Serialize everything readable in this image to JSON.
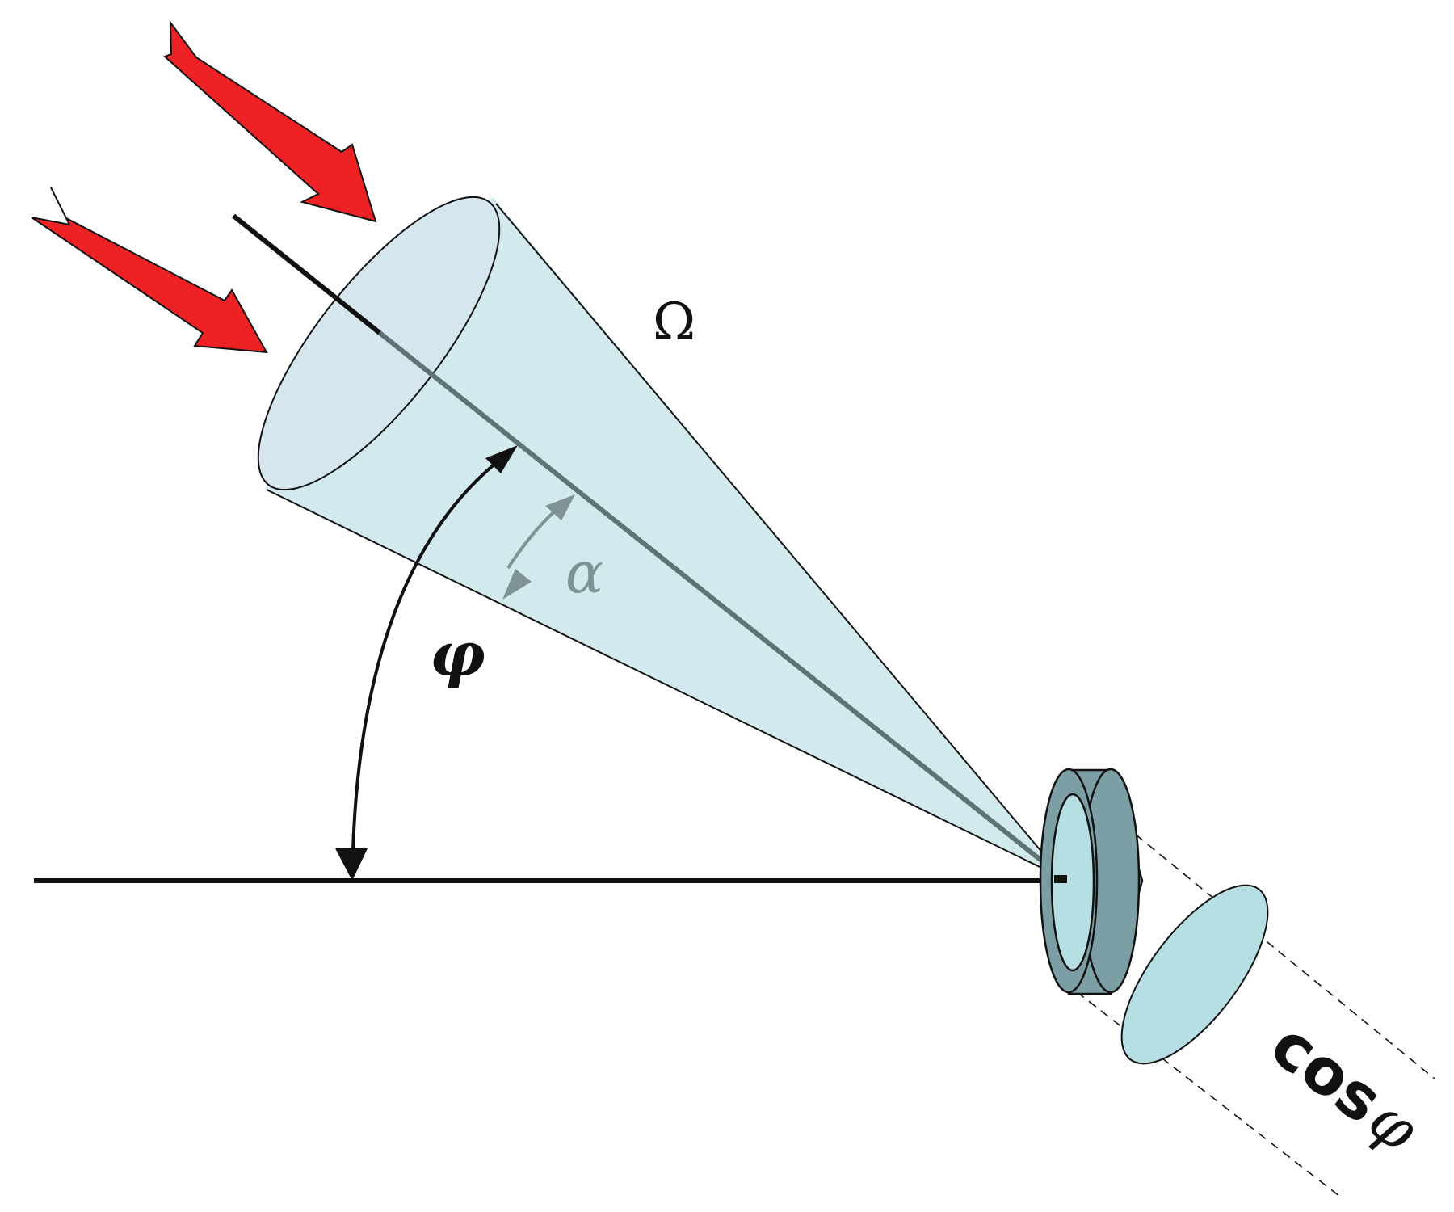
{
  "labels": {
    "solid_angle": "Ω",
    "alpha": "α",
    "phi": "φ",
    "cos_word": "cos",
    "cos_phi": "φ"
  },
  "colors": {
    "arrow_red": "#ee2224",
    "cone_fill": "#d2eaed",
    "mouth_fill": "#d5e6ee",
    "axis_gray": "#5f7374",
    "alpha_gray": "#7f9394",
    "detector_body": "#7c9fa6",
    "detector_face": "#b6dfe3",
    "stroke": "#111111"
  }
}
